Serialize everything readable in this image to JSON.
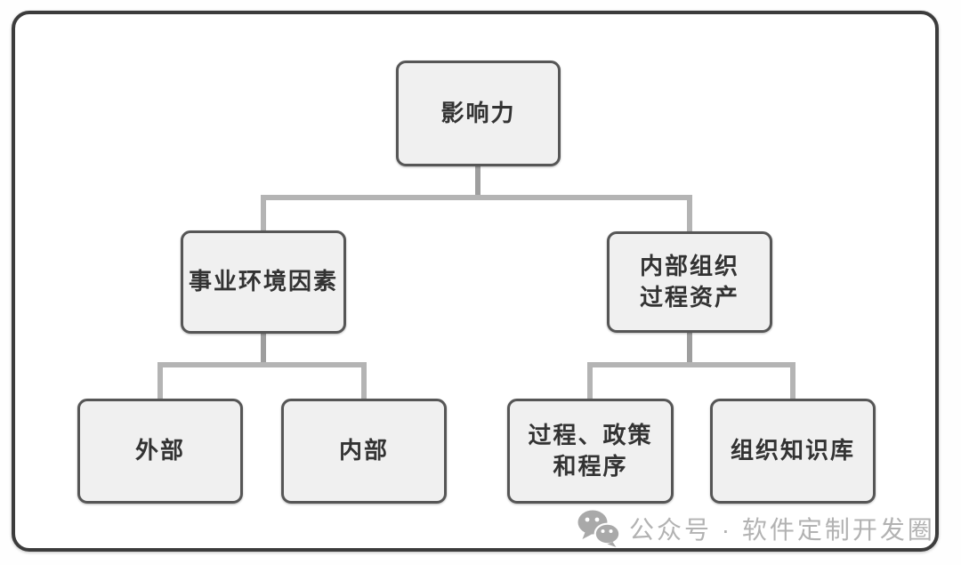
{
  "diagram": {
    "type": "tree",
    "root": {
      "label": "影响力"
    },
    "children": [
      {
        "label": "事业环境因素",
        "children": [
          {
            "label": "外部"
          },
          {
            "label": "内部"
          }
        ]
      },
      {
        "label": "内部组织\n过程资产",
        "children": [
          {
            "label": "过程、政策\n和程序"
          },
          {
            "label": "组织知识库"
          }
        ]
      }
    ]
  },
  "footer": {
    "icon": "wechat-icon",
    "label": "公众号 · 软件定制开发圈"
  },
  "colors": {
    "node_fill": "#f0f0f0",
    "node_border": "#565656",
    "node_text": "#333333",
    "connector": "#b4b4b4",
    "connector_stub": "#9e9e9e",
    "frame_border": "#3c3c3c",
    "footer_text": "#b2b2b2",
    "background": "#ffffff"
  }
}
